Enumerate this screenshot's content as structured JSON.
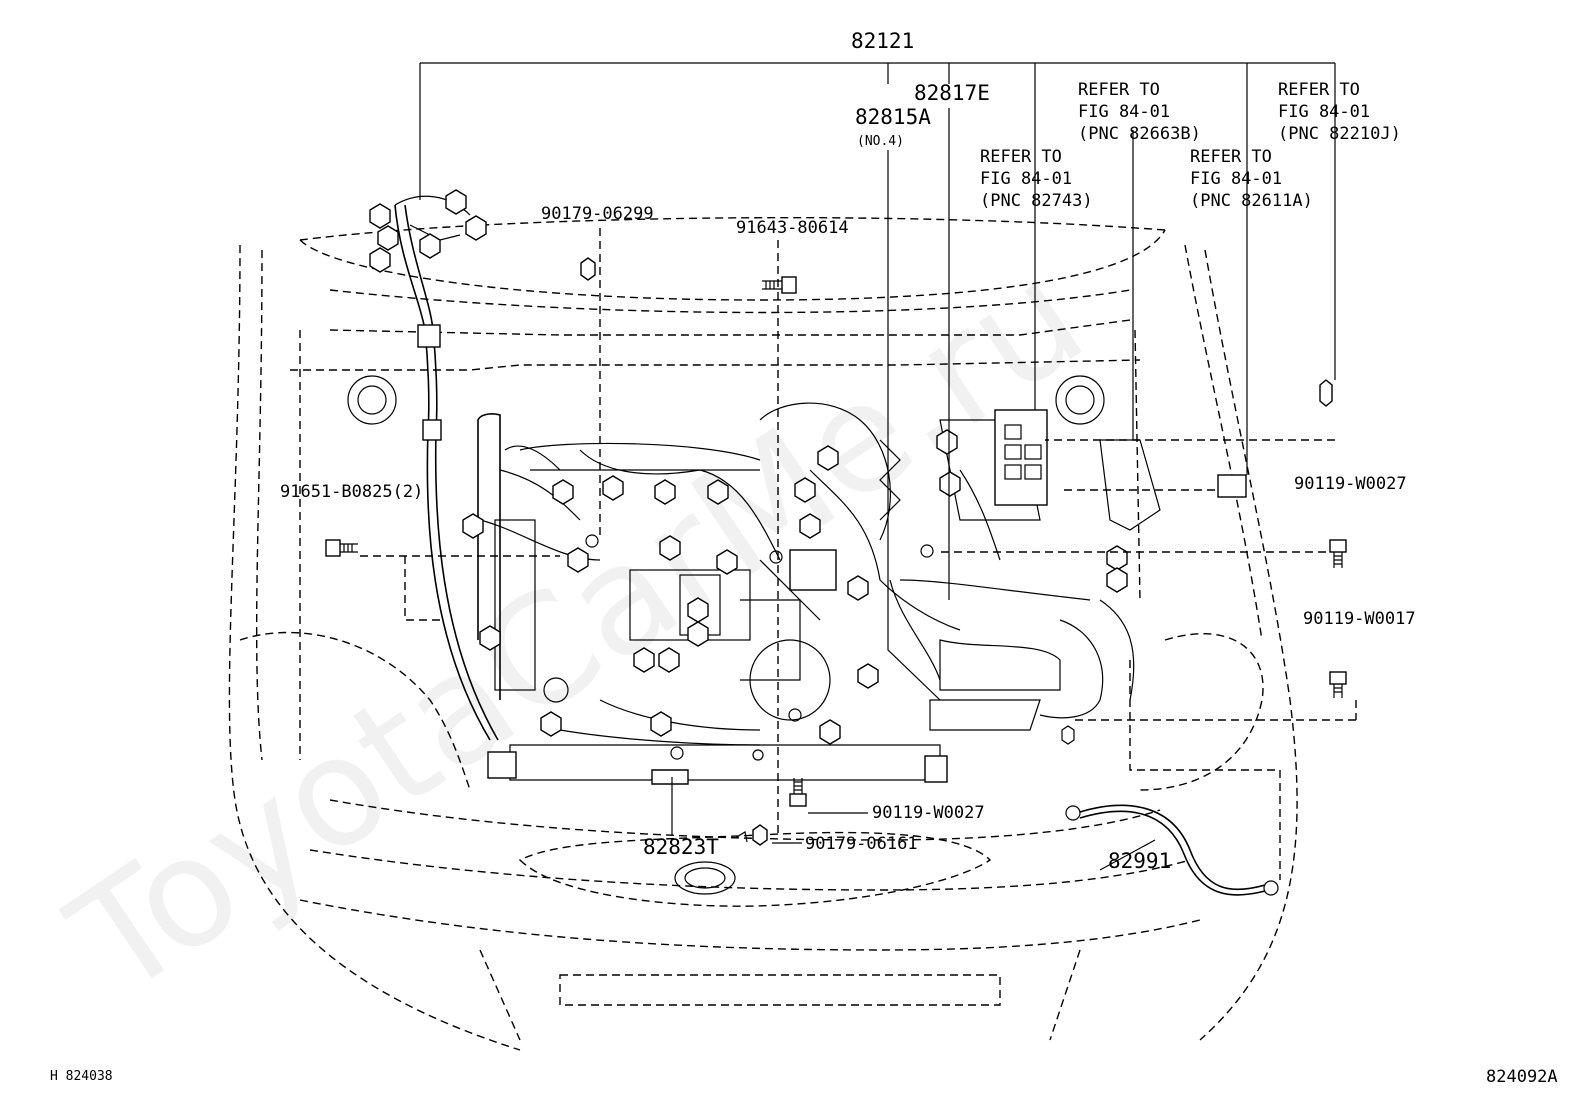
{
  "labels": {
    "harness_main": "82121",
    "harness_82817e": "82817E",
    "harness_82815a": "82815A",
    "harness_82815a_note": "(NO.4)",
    "refer_82743": [
      "REFER TO",
      "FIG 84-01",
      "(PNC 82743)"
    ],
    "refer_82663b": [
      "REFER TO",
      "FIG 84-01",
      "(PNC 82663B)"
    ],
    "refer_82611a": [
      "REFER TO",
      "FIG 84-01",
      "(PNC 82611A)"
    ],
    "refer_82210j": [
      "REFER TO",
      "FIG 84-01",
      "(PNC 82210J)"
    ],
    "nut_90179_06299": "90179-06299",
    "bolt_91643_80614": "91643-80614",
    "bolt_91651_b0825": "91651-B0825(2)",
    "bolt_90119_w0027_right": "90119-W0027",
    "bolt_90119_w0017": "90119-W0017",
    "bolt_90119_w0027_bottom": "90119-W0027",
    "nut_90179_06161": "90179-06161",
    "clamp_82823t": "82823T",
    "cable_82991": "82991"
  },
  "footer": {
    "left_code": "H 824038",
    "right_code": "824092A"
  },
  "watermark": "ToyotaCarMe.ru"
}
